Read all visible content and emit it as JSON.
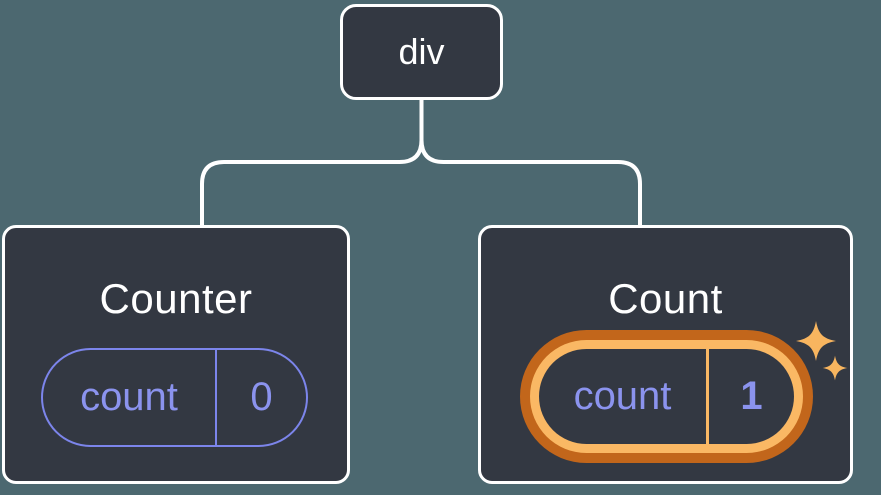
{
  "diagram": {
    "description": "Component tree: a div root with two child components holding count state",
    "root": {
      "label": "div"
    },
    "children": [
      {
        "title": "Counter",
        "state": {
          "name": "count",
          "value": "0"
        },
        "highlighted": false
      },
      {
        "title": "Count",
        "state": {
          "name": "count",
          "value": "1"
        },
        "highlighted": true
      }
    ]
  },
  "icons": {
    "sparkle": "sparkle-icon"
  },
  "colors": {
    "background": "#4C6870",
    "node_fill": "#333842",
    "node_border": "#FFFFFF",
    "connector": "#FFFFFF",
    "title_text": "#FFFFFF",
    "state_border_purple": "#7C85EB",
    "state_text_purple": "#8B93EE",
    "highlight_dark_orange": "#C2661B",
    "highlight_light_orange": "#FAB864",
    "sparkle_orange": "#F8B55F"
  }
}
